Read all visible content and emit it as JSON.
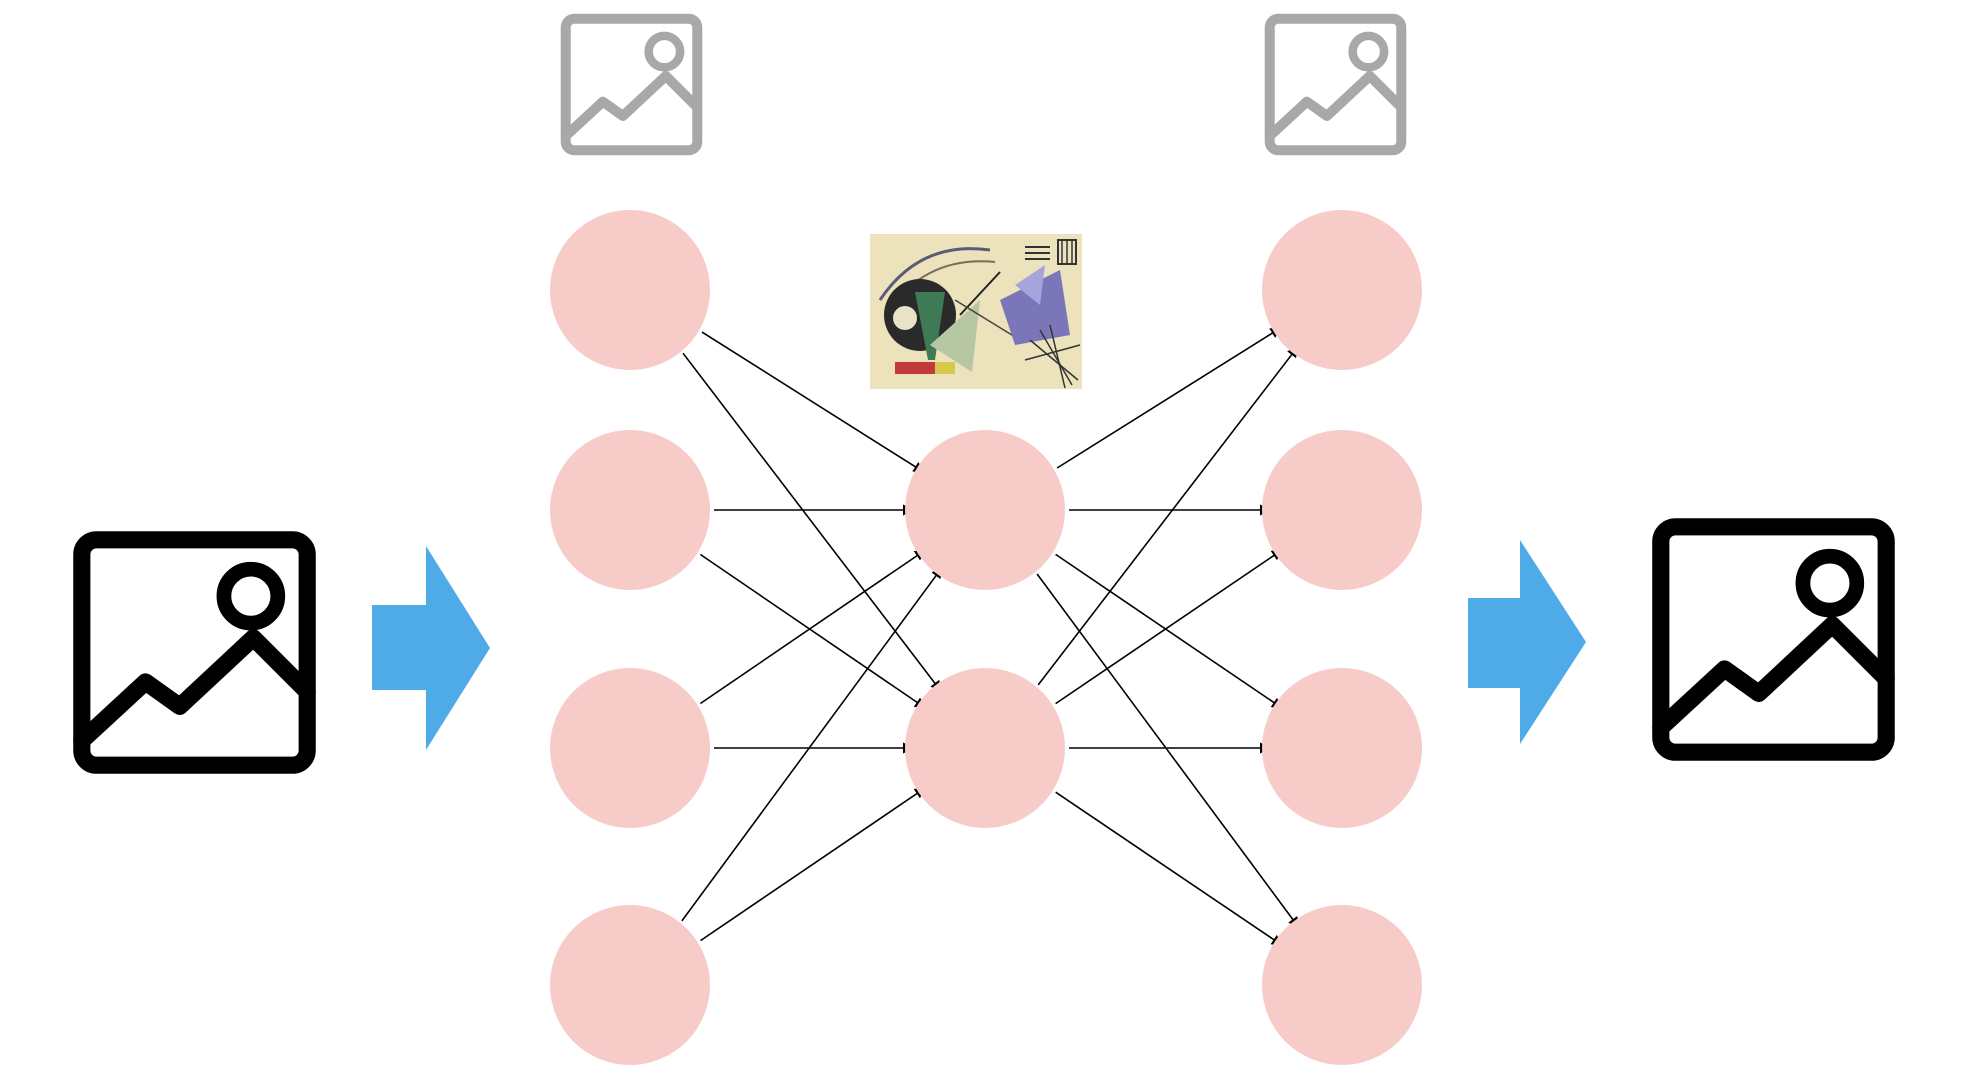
{
  "diagram": {
    "type": "autoencoder-neural-network",
    "colors": {
      "background": "#ffffff",
      "node_fill": "#f7cbc8",
      "edge": "#000000",
      "arrow": "#4fabe8",
      "image_icon_primary": "#000000",
      "image_icon_muted": "#a8a8a8"
    },
    "icons": [
      {
        "name": "input-image-icon",
        "kind": "image-icon",
        "style": "primary"
      },
      {
        "name": "output-image-icon",
        "kind": "image-icon",
        "style": "primary"
      },
      {
        "name": "encoder-layer-image-icon",
        "kind": "image-icon",
        "style": "muted"
      },
      {
        "name": "decoder-layer-image-icon",
        "kind": "image-icon",
        "style": "muted"
      },
      {
        "name": "input-arrow-icon",
        "kind": "block-arrow-right"
      },
      {
        "name": "output-arrow-icon",
        "kind": "block-arrow-right"
      }
    ],
    "layers": [
      {
        "name": "encoder-input-layer",
        "node_count": 4
      },
      {
        "name": "bottleneck-layer",
        "node_count": 2
      },
      {
        "name": "decoder-output-layer",
        "node_count": 4
      }
    ],
    "connections": "fully-connected",
    "latent_thumbnail": {
      "name": "latent-painting-thumbnail",
      "kind": "abstract-painting"
    }
  }
}
